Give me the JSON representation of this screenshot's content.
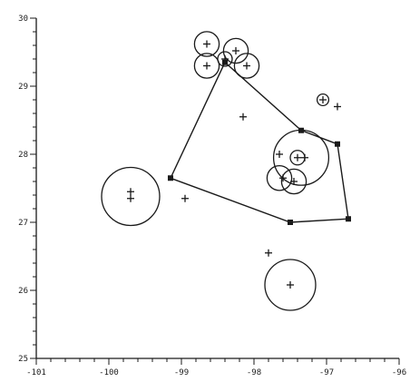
{
  "chart_data": {
    "type": "scatter",
    "title": "",
    "xlabel": "",
    "ylabel": "",
    "xlim": [
      -101,
      -96
    ],
    "ylim": [
      25,
      30
    ],
    "x_ticks": [
      -101,
      -100,
      -99,
      -98,
      -97,
      -96
    ],
    "x_tick_labels": [
      "-101",
      "-100",
      "-99",
      "-98",
      "-97",
      "-96"
    ],
    "y_ticks": [
      25,
      26,
      27,
      28,
      29,
      30
    ],
    "y_tick_labels": [
      "25",
      "26",
      "27",
      "28",
      "29",
      "30"
    ],
    "grid": false,
    "polygon": [
      {
        "x": -98.4,
        "y": 29.35
      },
      {
        "x": -97.35,
        "y": 28.35
      },
      {
        "x": -96.85,
        "y": 28.15
      },
      {
        "x": -96.7,
        "y": 27.05
      },
      {
        "x": -97.5,
        "y": 27.0
      },
      {
        "x": -99.15,
        "y": 27.65
      }
    ],
    "crosses": [
      {
        "x": -98.65,
        "y": 29.62
      },
      {
        "x": -98.25,
        "y": 29.52
      },
      {
        "x": -98.65,
        "y": 29.3
      },
      {
        "x": -98.1,
        "y": 29.3
      },
      {
        "x": -98.4,
        "y": 29.4
      },
      {
        "x": -98.15,
        "y": 28.55
      },
      {
        "x": -97.65,
        "y": 28.0
      },
      {
        "x": -97.4,
        "y": 27.95
      },
      {
        "x": -97.3,
        "y": 27.95
      },
      {
        "x": -97.6,
        "y": 27.65
      },
      {
        "x": -97.45,
        "y": 27.6
      },
      {
        "x": -99.7,
        "y": 27.45
      },
      {
        "x": -99.7,
        "y": 27.35
      },
      {
        "x": -97.8,
        "y": 26.55
      },
      {
        "x": -97.5,
        "y": 26.08
      },
      {
        "x": -96.85,
        "y": 28.7
      },
      {
        "x": -97.05,
        "y": 28.8
      },
      {
        "x": -98.95,
        "y": 27.35
      }
    ],
    "circles": [
      {
        "x": -98.65,
        "y": 29.62,
        "r": 0.17
      },
      {
        "x": -98.25,
        "y": 29.52,
        "r": 0.17
      },
      {
        "x": -98.65,
        "y": 29.3,
        "r": 0.17
      },
      {
        "x": -98.1,
        "y": 29.3,
        "r": 0.17
      },
      {
        "x": -98.4,
        "y": 29.4,
        "r": 0.1
      },
      {
        "x": -97.35,
        "y": 27.95,
        "r": 0.38
      },
      {
        "x": -97.65,
        "y": 27.65,
        "r": 0.17
      },
      {
        "x": -97.45,
        "y": 27.6,
        "r": 0.17
      },
      {
        "x": -97.4,
        "y": 27.95,
        "r": 0.1
      },
      {
        "x": -99.7,
        "y": 27.38,
        "r": 0.4
      },
      {
        "x": -97.5,
        "y": 26.08,
        "r": 0.35
      },
      {
        "x": -97.05,
        "y": 28.8,
        "r": 0.08
      }
    ]
  }
}
